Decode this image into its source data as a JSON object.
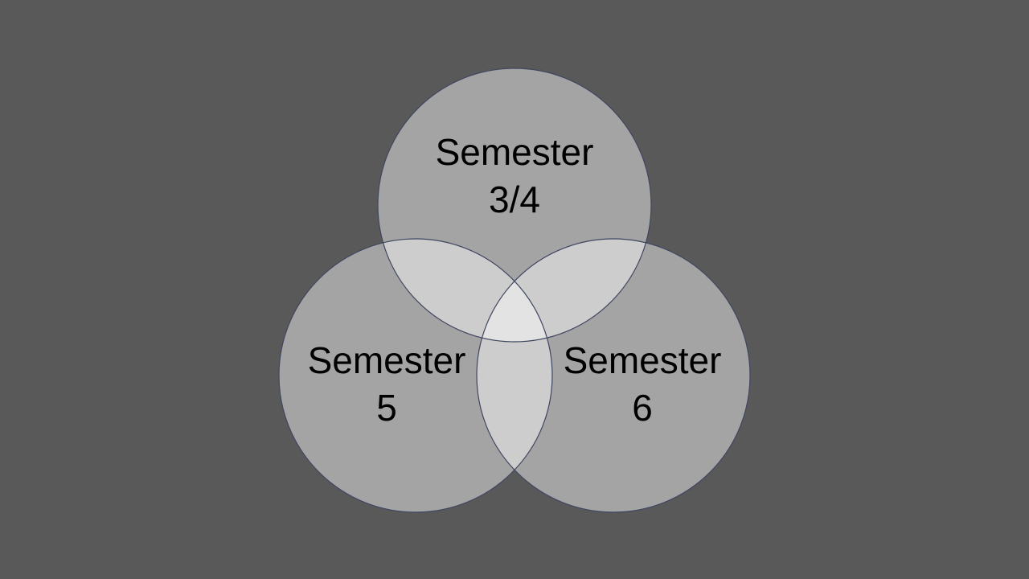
{
  "diagram": {
    "type": "venn",
    "sets": [
      {
        "id": "top",
        "line1": "Semester",
        "line2": "3/4"
      },
      {
        "id": "left",
        "line1": "Semester",
        "line2": "5"
      },
      {
        "id": "right",
        "line1": "Semester",
        "line2": "6"
      }
    ]
  },
  "colors": {
    "background": "#595959",
    "circle_fill": "#bfbfbf",
    "circle_stroke": "#3f4660",
    "label_text": "#000000"
  }
}
